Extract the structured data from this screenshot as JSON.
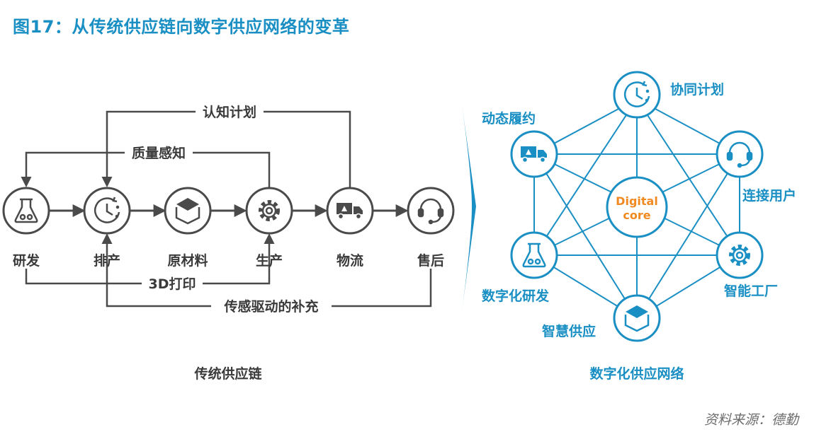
{
  "title": "图17：从传统供应链向数字供应网络的变革",
  "source": "资料来源：德勤",
  "colors": {
    "accent_blue": "#1a8fc4",
    "dark_gray": "#4a4a4a",
    "core_orange": "#f0891f"
  },
  "traditional": {
    "caption": "传统供应链",
    "nodes": [
      {
        "label": "研发",
        "icon": "flask-icon"
      },
      {
        "label": "排产",
        "icon": "clock-icon"
      },
      {
        "label": "原材料",
        "icon": "box-icon"
      },
      {
        "label": "生产",
        "icon": "gear-icon"
      },
      {
        "label": "物流",
        "icon": "truck-icon"
      },
      {
        "label": "售后",
        "icon": "headset-icon"
      }
    ],
    "feedback": {
      "cognitive_planning": "认知计划",
      "quality_sensing": "质量感知",
      "printing_3d": "3D打印",
      "sensor_replenishment": "传感驱动的补充"
    }
  },
  "digital": {
    "caption": "数字化供应网络",
    "core": {
      "line1": "Digital",
      "line2": "core"
    },
    "nodes": [
      {
        "label": "协同计划",
        "icon": "clock-icon"
      },
      {
        "label": "连接用户",
        "icon": "headset-icon"
      },
      {
        "label": "智能工厂",
        "icon": "gear-icon"
      },
      {
        "label": "智慧供应",
        "icon": "box-icon"
      },
      {
        "label": "数字化研发",
        "icon": "flask-icon"
      },
      {
        "label": "动态履约",
        "icon": "truck-icon"
      }
    ]
  }
}
